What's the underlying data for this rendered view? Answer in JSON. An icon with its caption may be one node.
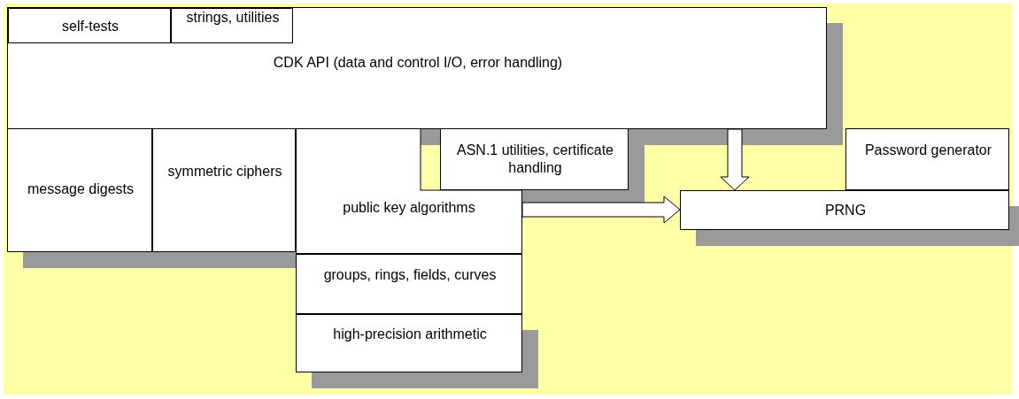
{
  "diagram": {
    "nodes": [
      {
        "text": [
          "CDK API (data and control I/O, error handling)"
        ]
      },
      {
        "text": [
          "self-tests"
        ],
        "in": 0
      },
      {
        "text": [
          "strings, utilities"
        ],
        "in": 0
      },
      {
        "text": [
          "message digests"
        ]
      },
      {
        "text": [
          "symmetric ciphers"
        ]
      },
      {
        "text": [
          "ASN.1 utilities, certificate handling"
        ]
      },
      {
        "text": [
          "Password generator"
        ]
      },
      {
        "text": [
          "public key algorithms"
        ]
      },
      {
        "text": [
          "PRNG"
        ]
      },
      {
        "text": [
          "groups, rings, fields, curves"
        ]
      },
      {
        "text": [
          "high-precision arithmetic"
        ]
      }
    ],
    "edges": [
      {
        "from": 7,
        "to": 8,
        "arrow": "to"
      },
      {
        "from": 0,
        "to": 8,
        "arrow": "to"
      }
    ]
  }
}
